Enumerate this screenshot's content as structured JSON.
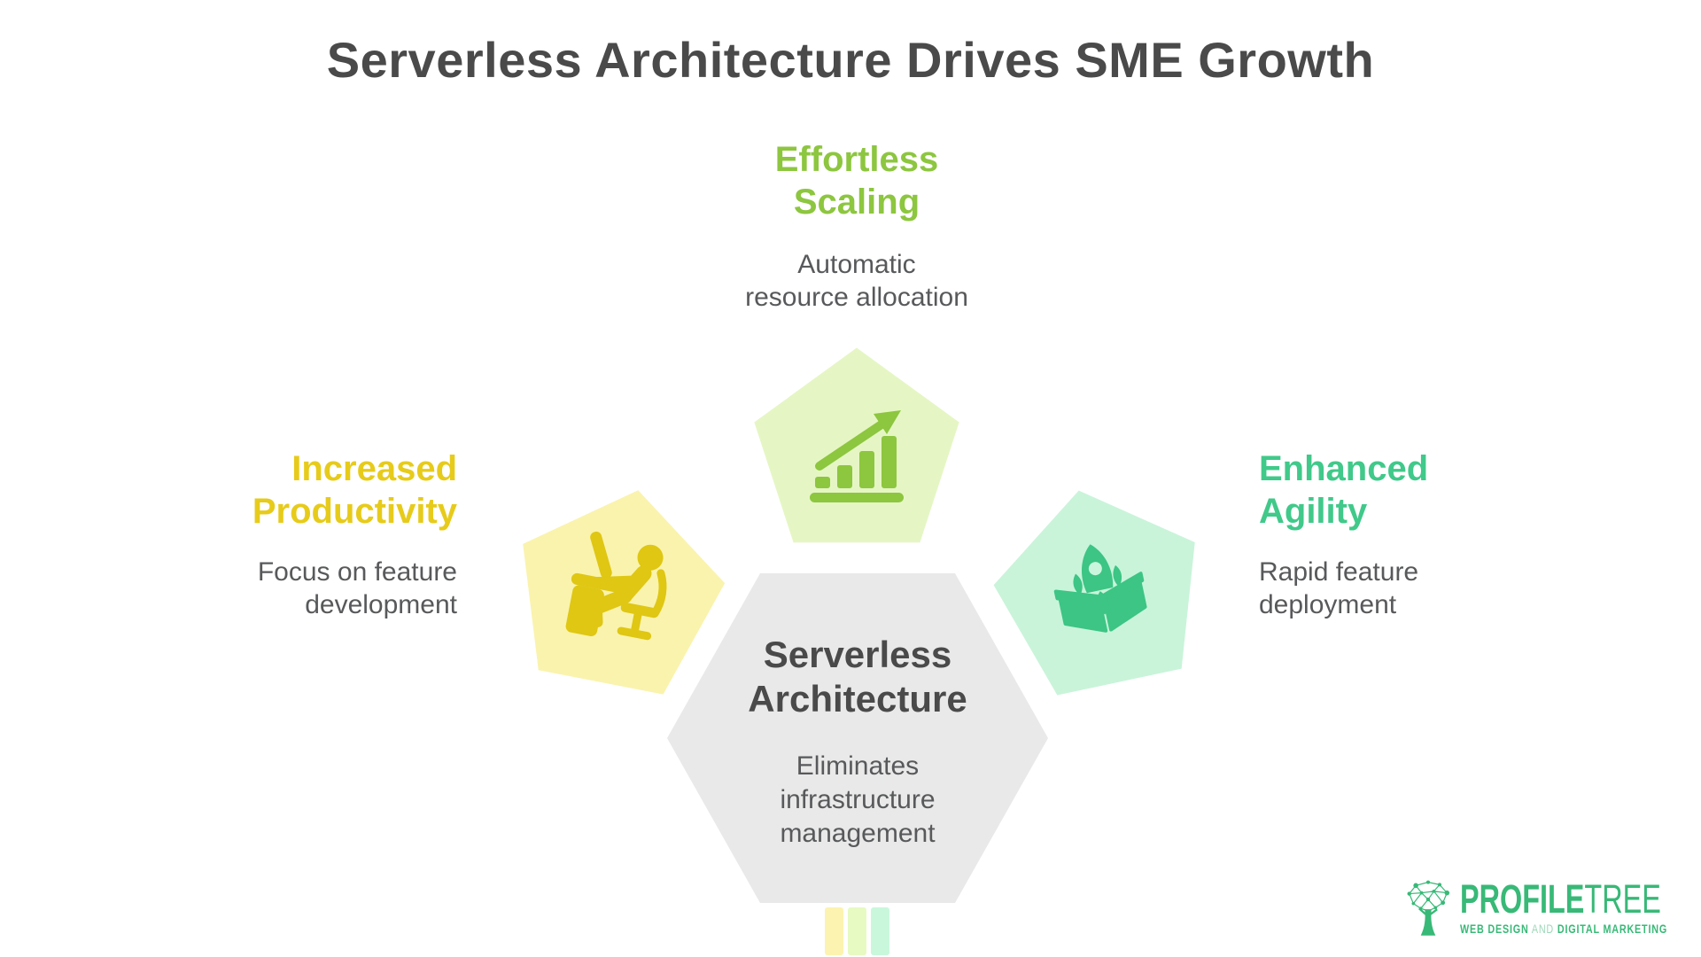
{
  "title": "Serverless Architecture Drives SME Growth",
  "sections": {
    "top": {
      "heading_lines": [
        "Effortless",
        "Scaling"
      ],
      "body_lines": [
        "Automatic",
        "resource allocation"
      ],
      "accent_color": "#8dc63f",
      "shape": "pentagon",
      "shape_fill": "#e5f6c4",
      "icon": "growth-chart-icon",
      "icon_color": "#8dc63f"
    },
    "left": {
      "heading_lines": [
        "Increased",
        "Productivity"
      ],
      "body_lines": [
        "Focus on feature",
        "development"
      ],
      "accent_color": "#e7cb1a",
      "shape": "pentagon",
      "shape_fill": "#faf3ad",
      "icon": "person-at-desk-icon",
      "icon_color": "#dfc713"
    },
    "right": {
      "heading_lines": [
        "Enhanced",
        "Agility"
      ],
      "body_lines": [
        "Rapid feature",
        "deployment"
      ],
      "accent_color": "#40c98a",
      "shape": "pentagon",
      "shape_fill": "#c9f4da",
      "icon": "rocket-launch-icon",
      "icon_color": "#3cc584"
    },
    "center": {
      "heading_lines": [
        "Serverless",
        "Architecture"
      ],
      "body_lines": [
        "Eliminates",
        "infrastructure",
        "management"
      ],
      "shape": "hexagon",
      "shape_fill": "#e9e9e9"
    }
  },
  "footer_bars": [
    "#fdf3b0",
    "#e7fac2",
    "#c9f7dc"
  ],
  "logo": {
    "brand_bold": "PROFILE",
    "brand_light": "TREE",
    "tagline_web_design": "WEB DESIGN",
    "tagline_and": "AND",
    "tagline_digital_marketing": "DIGITAL MARKETING",
    "icon": "profiletree-tree-icon",
    "color": "#38b977"
  },
  "colors": {
    "title_text": "#4a4a4b",
    "body_text": "#58595b",
    "background": "#ffffff"
  }
}
